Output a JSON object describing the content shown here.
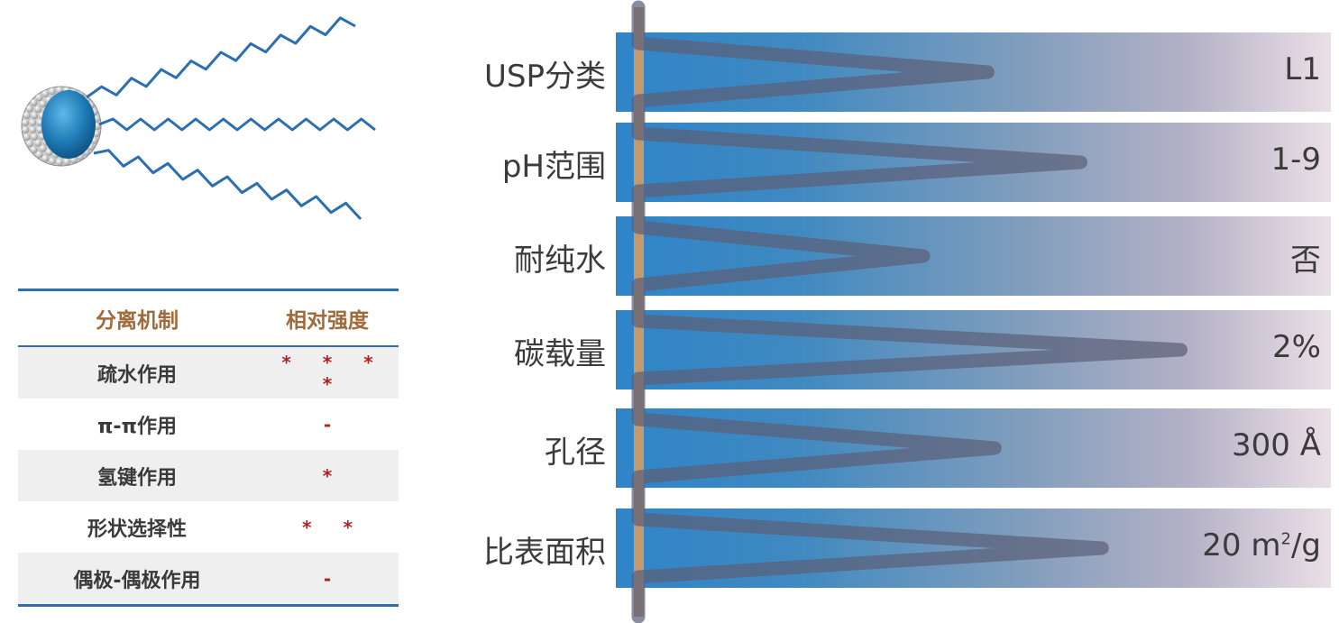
{
  "mechanism_table": {
    "header": {
      "mechanism": "分离机制",
      "strength": "相对强度"
    },
    "rows": [
      {
        "mechanism": "疏水作用",
        "strength": "* * * *"
      },
      {
        "mechanism": "π-π作用",
        "strength": "-"
      },
      {
        "mechanism": "氢键作用",
        "strength": "*"
      },
      {
        "mechanism": "形状选择性",
        "strength": "* *"
      },
      {
        "mechanism": "偶极-偶极作用",
        "strength": "-"
      }
    ]
  },
  "specs": [
    {
      "label": "USP分类",
      "value": "L1",
      "level": 0.52
    },
    {
      "label": "pH范围",
      "value": "1-9",
      "level": 0.65
    },
    {
      "label": "耐纯水",
      "value": "否",
      "level": 0.43
    },
    {
      "label": "碳载量",
      "value": "2%",
      "level": 0.79
    },
    {
      "label": "孔径",
      "value": "300 Å",
      "level": 0.53
    },
    {
      "label": "比表面积",
      "value_main": "20 m",
      "value_sup": "2",
      "value_tail": "/g",
      "level": 0.68
    }
  ],
  "colors": {
    "accent_blue": "#2f6fae",
    "header_brown": "#a06a3a",
    "star_red": "#b02222",
    "stem_tan": "#c59a6e",
    "bar_start": "#2f85c8",
    "bar_end": "#eadfe6",
    "zigzag": "#2b6fb0"
  },
  "icons": {
    "particle": "silica-particle-icon",
    "chains": "c18-chain-icon"
  }
}
